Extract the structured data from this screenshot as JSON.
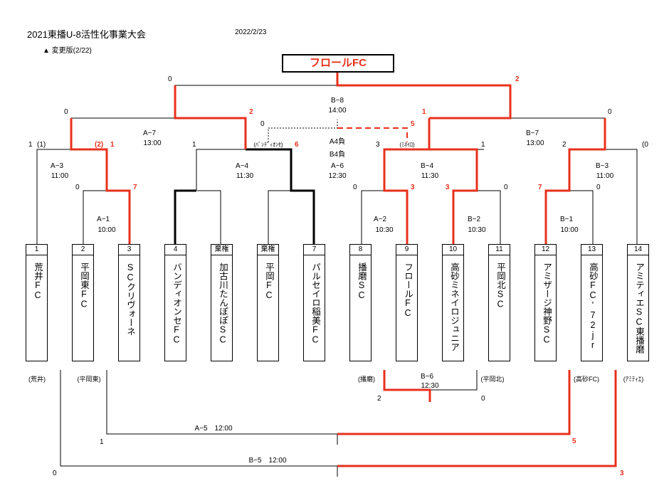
{
  "header": {
    "title": "2021東播U-8活性化事業大会",
    "date": "2022/2/23",
    "note": "▲ 変更版(2/22)",
    "champion": "フロールFC"
  },
  "teams": [
    {
      "num": "1",
      "name": "荒井FC"
    },
    {
      "num": "2",
      "name": "平岡東FC"
    },
    {
      "num": "3",
      "name": "SCクリヴォーネ"
    },
    {
      "num": "4",
      "name": "バンディオンセFC"
    },
    {
      "num": "棄権",
      "name": "加古川たんぽぽSC"
    },
    {
      "num": "棄権",
      "name": "平岡FC"
    },
    {
      "num": "7",
      "name": "パルセイロ稲美FC"
    },
    {
      "num": "8",
      "name": "播磨SC"
    },
    {
      "num": "9",
      "name": "フロールFC"
    },
    {
      "num": "10",
      "name": "高砂ミネイロジュニア"
    },
    {
      "num": "11",
      "name": "平岡北SC"
    },
    {
      "num": "12",
      "name": "アミザージ神野SC"
    },
    {
      "num": "13",
      "name": "高砂FC'72jr"
    },
    {
      "num": "14",
      "name": "アミティエSC東播磨"
    }
  ],
  "matches": {
    "a1": "A−1",
    "a1_time": "10:00",
    "a2": "A−2",
    "a2_time": "10:30",
    "a3": "A−3",
    "a3_time": "11:00",
    "a4": "A−4",
    "a4_time": "11:30",
    "a6": "A−6",
    "a6_time": "12:30",
    "a7": "A−7",
    "a7_time": "13:00",
    "b1": "B−1",
    "b1_time": "10:00",
    "b2": "B−2",
    "b2_time": "10:30",
    "b3": "B−3",
    "b3_time": "11:00",
    "b4": "B−4",
    "b4_time": "11:30",
    "b7": "B−7",
    "b7_time": "13:00",
    "b8": "B−8",
    "b8_time": "14:00",
    "a4_lose": "A4負",
    "b4_lose": "B4負",
    "b6": "B−6",
    "b6_time": "12:30",
    "a5": "A−5　12:00",
    "b5": "B−5　12:00"
  },
  "paren_labels": {
    "bandi": "(ﾊﾞﾝﾃﾞｨｵﾝｾ)",
    "mineiro": "(ﾐﾈｲﾛ)",
    "arai": "(荒井)",
    "hiraokahigashi": "(平岡東)",
    "harima": "(播磨)",
    "hiraokakita": "(平岡北)",
    "takasago": "(高砂FC)",
    "amitie": "(ｱﾐﾃｨｴ)"
  },
  "scores": {
    "final_left": "0",
    "final_right": "2",
    "semi_l_left": "0",
    "semi_l_right": "2",
    "semi_r_left": "1",
    "semi_r_right": "0",
    "a6_left": "0",
    "a6_right": "5",
    "a3_left": "1",
    "a3_left_pk": "(1)",
    "a3_right_pk": "(2)",
    "a3_right": "1",
    "a1_left": "0",
    "a1_right": "7",
    "a4_left": "1",
    "a4_right": "6",
    "a2_left": "0",
    "a2_right": "3",
    "b4_left": "3",
    "b4_right": "1",
    "b2_left": "3",
    "b2_right": "0",
    "b3_left": "2",
    "b3_right": "(0",
    "b1_left": "7",
    "b1_right": "0",
    "b6_left": "2",
    "b6_right": "0",
    "a5_left": "1",
    "a5_right": "5",
    "b5_left": "0",
    "b5_right": "3"
  },
  "colors": {
    "win": "#e8301c",
    "line": "#000000"
  }
}
